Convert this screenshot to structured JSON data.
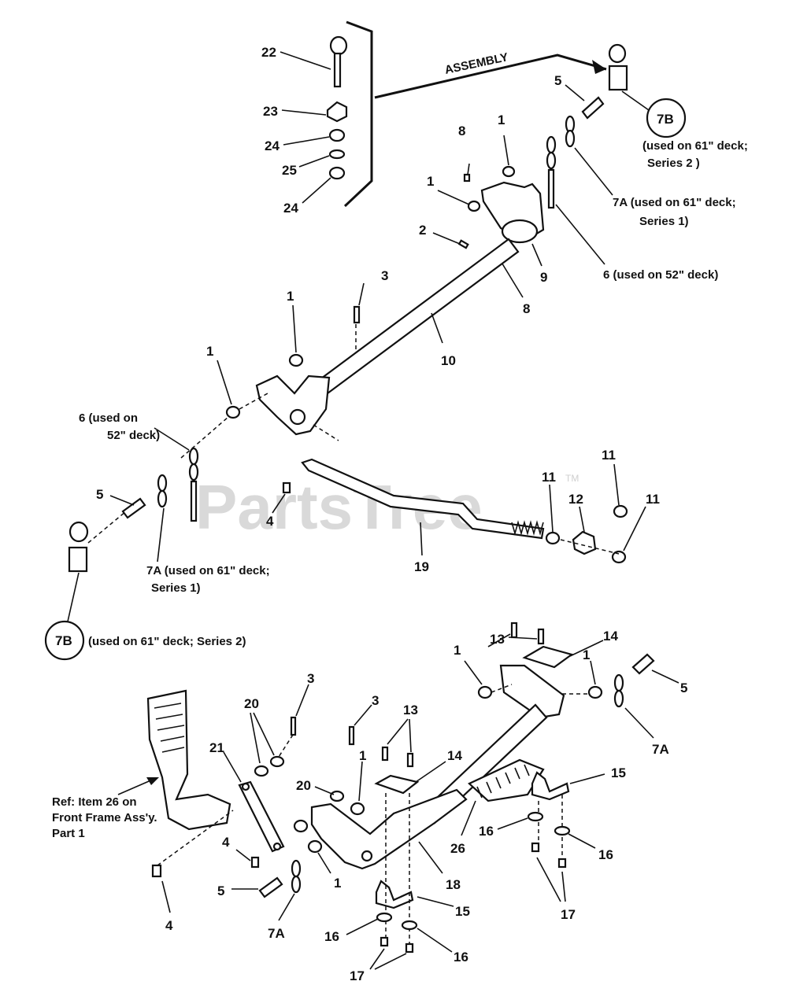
{
  "watermark": {
    "text": "PartsTree",
    "tm": "TM"
  },
  "assembly_label": "ASSEMBLY",
  "callouts": {
    "c22": "22",
    "c23": "23",
    "c24a": "24",
    "c25": "25",
    "c24b": "24",
    "c5_top": "5",
    "c7b_top": "7B",
    "c8_top": "8",
    "c1_top_a": "1",
    "c1_top_b": "1",
    "c2": "2",
    "c9": "9",
    "c8_mid": "8",
    "c3_top": "3",
    "c1_mid_a": "1",
    "c1_mid_b": "1",
    "c10": "10",
    "c6_left": "6 (used on",
    "c6_left_2": "52\" deck)",
    "c5_left": "5",
    "c4_mid": "4",
    "c11_a": "11",
    "c11_b": "11",
    "c11_c": "11",
    "c12": "12",
    "c19": "19",
    "c7a_left": "7A (used on 61\" deck;",
    "c7a_left_2": "Series 1)",
    "c7b_left": "7B",
    "c13_top": "13",
    "c14_top": "14",
    "c1_bot_a": "1",
    "c1_bot_b": "1",
    "c5_bot_r": "5",
    "c7a_bot_r": "7A",
    "c3_bot_a": "3",
    "c20_a": "20",
    "c21": "21",
    "c3_bot_b": "3",
    "c13_bot": "13",
    "c14_bot": "14",
    "c1_bot_c": "1",
    "c20_b": "20",
    "c15_r": "15",
    "c4_bot_a": "4",
    "c26": "26",
    "c16_r1": "16",
    "c16_r2": "16",
    "c5_bot_l": "5",
    "c1_bot_d": "1",
    "c18": "18",
    "c15_bot": "15",
    "c17_r": "17",
    "c4_bot_b": "4",
    "c7a_bot_l": "7A",
    "c16_b1": "16",
    "c16_b2": "16",
    "c17_b": "17"
  },
  "notes": {
    "n7b_top_1": "(used on 61\" deck;",
    "n7b_top_2": "Series 2 )",
    "n7a_top_1": "7A (used on 61\" deck;",
    "n7a_top_2": "Series 1)",
    "n6_top": "6 (used on 52\" deck)",
    "n7b_left": "(used on 61\" deck; Series 2)",
    "ref_1": "Ref: Item 26 on",
    "ref_2": "Front Frame Ass'y.",
    "ref_3": "Part 1"
  }
}
